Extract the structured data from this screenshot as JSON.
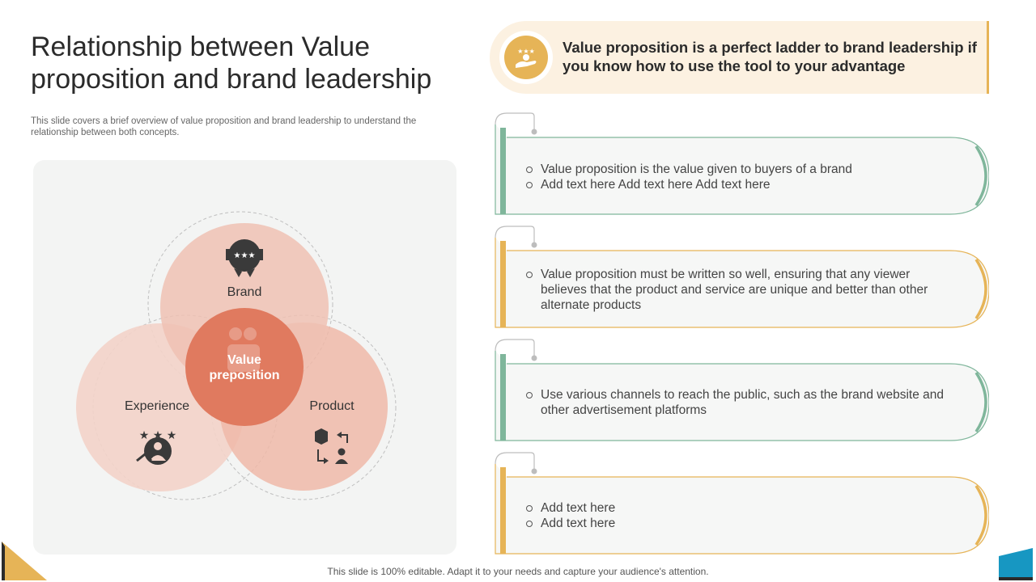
{
  "title": "Relationship between Value proposition and brand leadership",
  "subtitle": "This slide covers a brief overview of value proposition and brand leadership to understand the relationship between both concepts.",
  "banner": {
    "icon": "hand-holding-stars-icon",
    "text": "Value proposition is a perfect ladder to brand leadership if you know how to use the tool to your advantage"
  },
  "venn": {
    "brand_label": "Brand",
    "experience_label": "Experience",
    "product_label": "Product",
    "center_label": "Value preposition",
    "icons": [
      "award-badge-icon",
      "customer-rating-icon",
      "product-exchange-icon"
    ]
  },
  "cards": [
    {
      "accent": "#7fb69b",
      "items": [
        "Value proposition is the value given to buyers of a brand",
        "Add text here Add text here Add text here"
      ]
    },
    {
      "accent": "#e6b457",
      "items": [
        "Value proposition must be written so well, ensuring that any viewer believes that the product and service are unique and better than other alternate products"
      ]
    },
    {
      "accent": "#7fb69b",
      "items": [
        "Use various channels to reach the public, such as the brand website and other advertisement platforms"
      ]
    },
    {
      "accent": "#e6b457",
      "items": [
        "Add text here",
        "Add text here"
      ]
    }
  ],
  "footer": "This slide is 100% editable. Adapt it to your needs and capture your audience's attention.",
  "colors": {
    "green": "#7fb69b",
    "gold": "#e6b457",
    "coral": "#e07a5f",
    "blush": "#f0c6b8",
    "teal": "#1797c2"
  }
}
